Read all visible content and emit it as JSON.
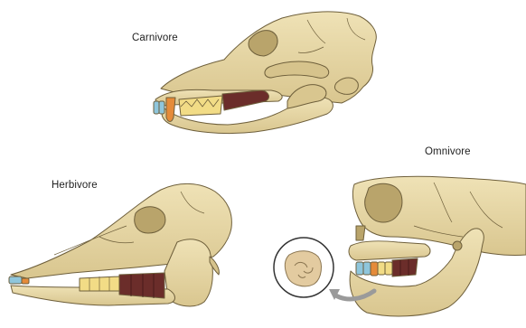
{
  "labels": {
    "carnivore": "Carnivore",
    "herbivore": "Herbivore",
    "omnivore": "Omnivore"
  },
  "colors": {
    "bone": "#e8d9aa",
    "bone_shadow": "#c9b67f",
    "bone_outline": "#6e5f3b",
    "incisor": "#8fc6dc",
    "canine": "#e58b3a",
    "premolar": "#f2dc86",
    "molar": "#6b2d2a",
    "arrow": "#9a9a9a"
  },
  "icons": [
    "carnivore-skull",
    "herbivore-skull",
    "omnivore-skull",
    "molar-tooth-detail",
    "curved-arrow"
  ]
}
